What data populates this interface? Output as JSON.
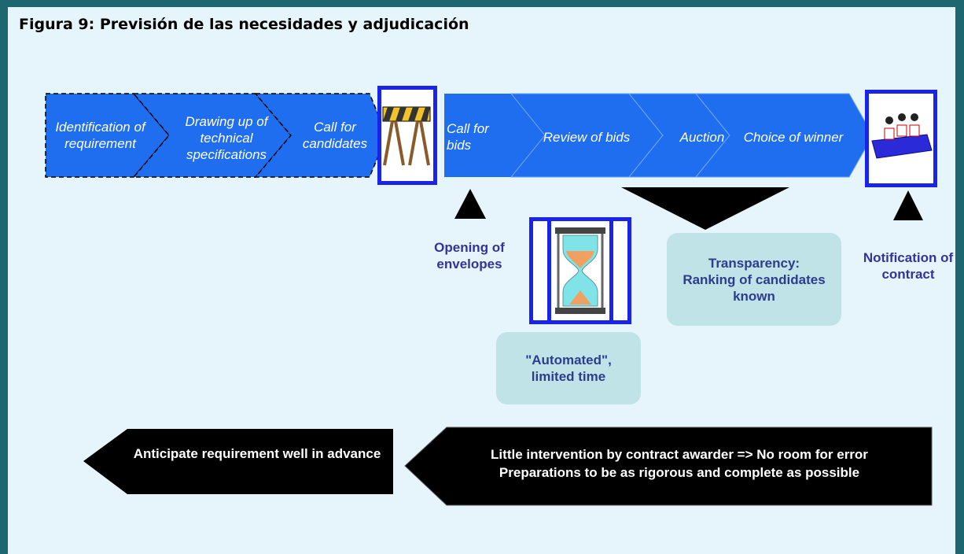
{
  "figure": {
    "title": "Figura 9: Previsión de las necesidades y adjudicación"
  },
  "phases": [
    {
      "label": "Identification of requirement"
    },
    {
      "label": "Drawing up of technical specifications"
    },
    {
      "label": "Call for candidates"
    },
    {
      "label": "Call for bids"
    },
    {
      "label": "Review of bids"
    },
    {
      "label": "Auction"
    },
    {
      "label": "Choice of winner"
    }
  ],
  "milestones": {
    "opening": "Opening of envelopes",
    "notification": "Notification of contract"
  },
  "notes": {
    "automated": "\"Automated\", limited time",
    "transparency": "Transparency: Ranking of candidates known"
  },
  "bottom_arrows": {
    "left": "Anticipate requirement well in advance",
    "right_line1": "Little intervention by contract awarder => No room for error",
    "right_line2": "Preparations to be as rigorous and complete as possible"
  },
  "icons": {
    "barrier": "road-barrier-icon",
    "hourglass": "hourglass-icon",
    "podium": "podium-icon"
  },
  "colors": {
    "frame": "#1e6670",
    "background": "#e6f5fb",
    "chevron": "#1f6ef0",
    "icon_border": "#1a23e8",
    "note_fill": "#bfe3e6",
    "label_text": "#333399",
    "arrow_fill": "#000000"
  }
}
